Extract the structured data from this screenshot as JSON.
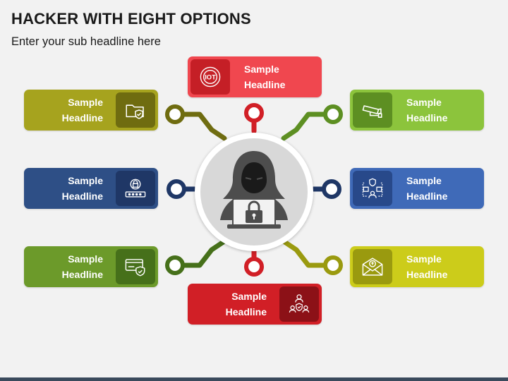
{
  "title": "HACKER WITH EIGHT OPTIONS",
  "subtitle": "Enter your sub headline here",
  "options": [
    {
      "id": "top",
      "line1": "Sample",
      "line2": "Headline",
      "color": "#f0474f",
      "icon_bg": "#c51f26",
      "icon": "iot-icon"
    },
    {
      "id": "top-left",
      "line1": "Sample",
      "line2": "Headline",
      "color": "#a6a31e",
      "icon_bg": "#6f6c10",
      "icon": "folder-shield-icon"
    },
    {
      "id": "top-right",
      "line1": "Sample",
      "line2": "Headline",
      "color": "#8cc43c",
      "icon_bg": "#5d8f22",
      "icon": "security-camera-icon"
    },
    {
      "id": "mid-left",
      "line1": "Sample",
      "line2": "Headline",
      "color": "#2e4f86",
      "icon_bg": "#1f3766",
      "icon": "password-lock-icon"
    },
    {
      "id": "mid-right",
      "line1": "Sample",
      "line2": "Headline",
      "color": "#3f6ab8",
      "icon_bg": "#28498a",
      "icon": "network-shield-icon"
    },
    {
      "id": "bottom-left",
      "line1": "Sample",
      "line2": "Headline",
      "color": "#6c9a2a",
      "icon_bg": "#46701a",
      "icon": "card-shield-icon"
    },
    {
      "id": "bottom-right",
      "line1": "Sample",
      "line2": "Headline",
      "color": "#cccc1a",
      "icon_bg": "#9a9a0f",
      "icon": "spam-mail-icon"
    },
    {
      "id": "bottom",
      "line1": "Sample",
      "line2": "Headline",
      "color": "#d11f26",
      "icon_bg": "#8c1117",
      "icon": "user-shield-icon"
    }
  ],
  "hub_icon": "hacker-laptop-lock-icon"
}
